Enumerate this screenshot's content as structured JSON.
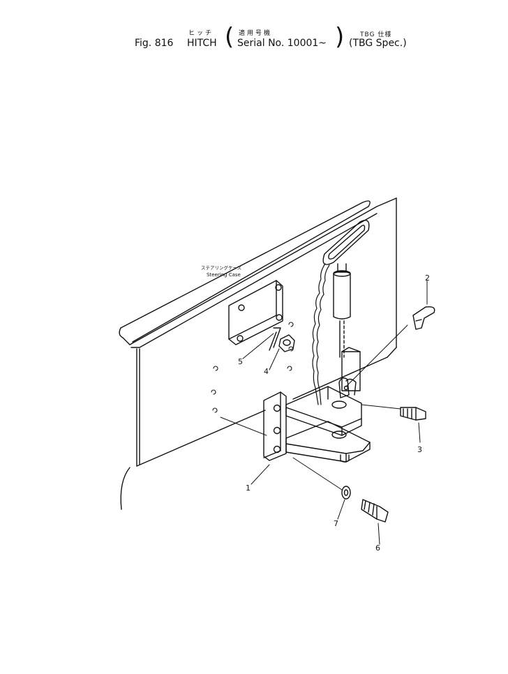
{
  "header": {
    "fig_label": "Fig. 816",
    "title_jp": "ヒッチ",
    "title_en": "HITCH",
    "serial_jp": "適用号機",
    "serial_en": "Serial No. 10001~",
    "spec_jp": "TBG 仕様",
    "spec_en": "(TBG Spec.)"
  },
  "case_label": {
    "jp": "ステアリングケース",
    "en": "Steering Case"
  },
  "callouts": {
    "c1": "1",
    "c2": "2",
    "c3": "3",
    "c4": "4",
    "c5": "5",
    "c6": "6",
    "c7": "7"
  }
}
